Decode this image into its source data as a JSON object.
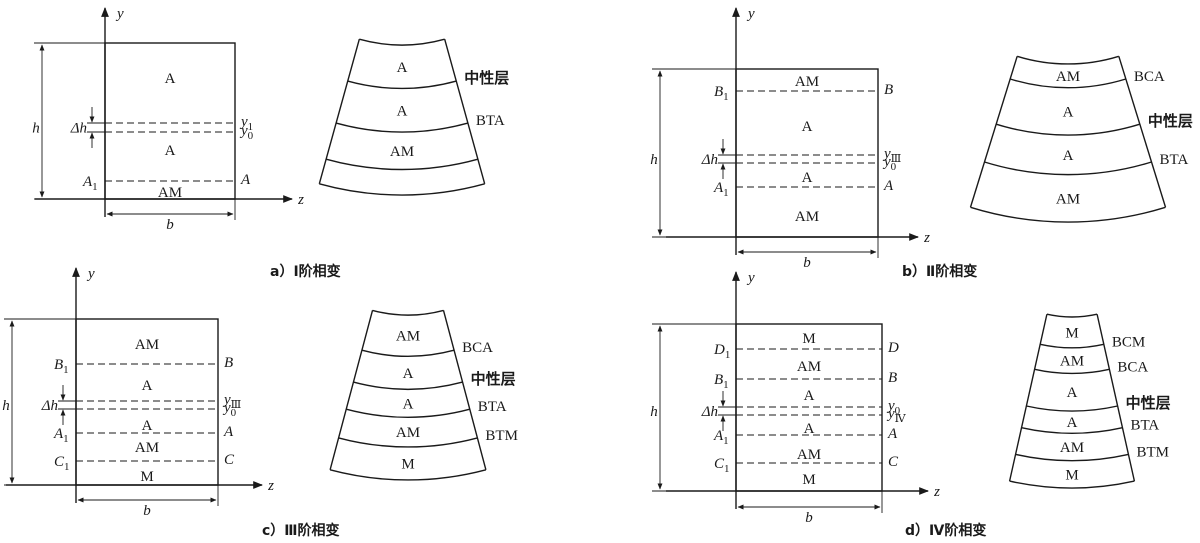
{
  "panels": [
    {
      "id": "a",
      "caption": "a）Ⅰ阶相变",
      "axis": {
        "y": "y",
        "z": "z"
      },
      "dims": {
        "h": "h",
        "dh": "Δh",
        "b": "b"
      },
      "rect_layers": [
        "A",
        "A",
        "AM"
      ],
      "dashed_lines": [
        {
          "left": "",
          "right": "y",
          "right_sub": "1"
        },
        {
          "left": "",
          "right": "y",
          "right_sub": "0"
        },
        {
          "left": "A",
          "left_sub": "1",
          "right": "A",
          "right_sub": ""
        }
      ],
      "fan_layers": [
        "A",
        "A",
        "AM"
      ],
      "fan_boundary_labels": [
        "中性层",
        "BTA"
      ]
    },
    {
      "id": "b",
      "caption": "b）Ⅱ阶相变",
      "axis": {
        "y": "y",
        "z": "z"
      },
      "dims": {
        "h": "h",
        "dh": "Δh",
        "b": "b"
      },
      "rect_layers": [
        "AM",
        "A",
        "A",
        "AM"
      ],
      "dashed_lines": [
        {
          "left": "B",
          "left_sub": "1",
          "right": "B",
          "right_sub": ""
        },
        {
          "left": "",
          "right": "y",
          "right_sub": "Ⅲ"
        },
        {
          "left": "",
          "right": "y",
          "right_sub": "0"
        },
        {
          "left": "A",
          "left_sub": "1",
          "right": "A",
          "right_sub": ""
        }
      ],
      "fan_layers": [
        "AM",
        "A",
        "A",
        "AM"
      ],
      "fan_boundary_labels": [
        "BCA",
        "中性层",
        "BTA"
      ]
    },
    {
      "id": "c",
      "caption": "c）Ⅲ阶相变",
      "axis": {
        "y": "y",
        "z": "z"
      },
      "dims": {
        "h": "h",
        "dh": "Δh",
        "b": "b"
      },
      "rect_layers": [
        "AM",
        "A",
        "A",
        "AM",
        "M"
      ],
      "dashed_lines": [
        {
          "left": "B",
          "left_sub": "1",
          "right": "B",
          "right_sub": ""
        },
        {
          "left": "",
          "right": "y",
          "right_sub": "Ⅲ"
        },
        {
          "left": "",
          "right": "y",
          "right_sub": "0"
        },
        {
          "left": "A",
          "left_sub": "1",
          "right": "A",
          "right_sub": ""
        },
        {
          "left": "C",
          "left_sub": "1",
          "right": "C",
          "right_sub": ""
        }
      ],
      "fan_layers": [
        "AM",
        "A",
        "A",
        "AM",
        "M"
      ],
      "fan_boundary_labels": [
        "BCA",
        "中性层",
        "BTA",
        "BTM"
      ]
    },
    {
      "id": "d",
      "caption": "d）Ⅳ阶相变",
      "axis": {
        "y": "y",
        "z": "z"
      },
      "dims": {
        "h": "h",
        "dh": "Δh",
        "b": "b"
      },
      "rect_layers": [
        "M",
        "AM",
        "A",
        "A",
        "AM",
        "M"
      ],
      "dashed_lines": [
        {
          "left": "D",
          "left_sub": "1",
          "right": "D",
          "right_sub": ""
        },
        {
          "left": "B",
          "left_sub": "1",
          "right": "B",
          "right_sub": ""
        },
        {
          "left": "",
          "right": "y",
          "right_sub": "0"
        },
        {
          "left": "",
          "right": "y",
          "right_sub": "Ⅳ"
        },
        {
          "left": "A",
          "left_sub": "1",
          "right": "A",
          "right_sub": ""
        },
        {
          "left": "C",
          "left_sub": "1",
          "right": "C",
          "right_sub": ""
        }
      ],
      "fan_layers": [
        "M",
        "AM",
        "A",
        "A",
        "AM",
        "M"
      ],
      "fan_boundary_labels": [
        "BCM",
        "BCA",
        "中性层",
        "BTA",
        "BTM"
      ]
    }
  ]
}
